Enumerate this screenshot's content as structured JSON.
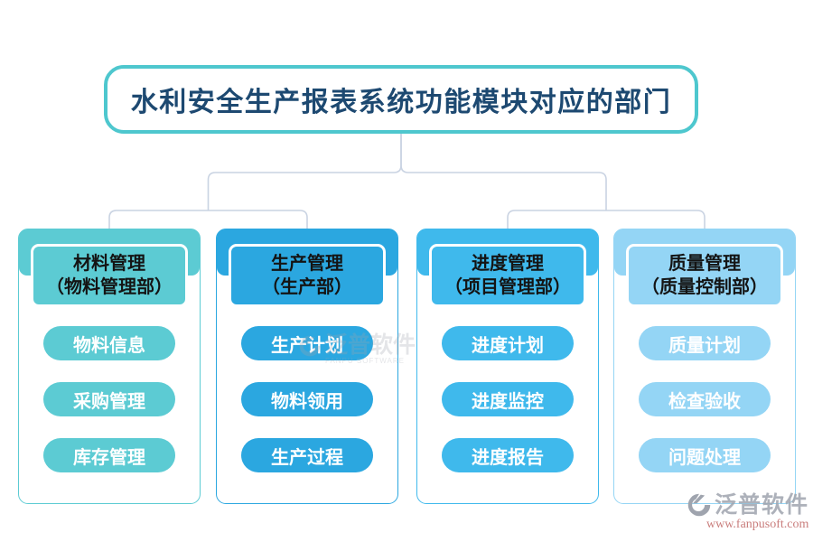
{
  "title": "水利安全生产报表系统功能模块对应的部门",
  "columns": [
    {
      "header_line1": "材料管理",
      "header_line2": "（物料管理部）",
      "color": "#5CCBD3",
      "items": [
        "物料信息",
        "采购管理",
        "库存管理"
      ]
    },
    {
      "header_line1": "生产管理",
      "header_line2": "（生产部）",
      "color": "#2BA7E0",
      "items": [
        "生产计划",
        "物料领用",
        "生产过程"
      ]
    },
    {
      "header_line1": "进度管理",
      "header_line2": "（项目管理部）",
      "color": "#3FB9EC",
      "items": [
        "进度计划",
        "进度监控",
        "进度报告"
      ]
    },
    {
      "header_line1": "质量管理",
      "header_line2": "（质量控制部）",
      "color": "#94D5F5",
      "items": [
        "质量计划",
        "检查验收",
        "问题处理"
      ]
    }
  ],
  "watermark_center": {
    "brand": "泛普软件",
    "subtext": "FANPU SOFTWARE"
  },
  "watermark_corner": {
    "brand": "泛普软件",
    "url": "www.fanpusoft.com"
  },
  "colors": {
    "title_border": "#4EC7CE",
    "title_text": "#1D4971",
    "connector": "#C9D3E2",
    "header_text": "#141414",
    "pill_text": "#FFFFFF",
    "watermark_gray": "#9FA4AE",
    "watermark_red": "#C4706E"
  }
}
